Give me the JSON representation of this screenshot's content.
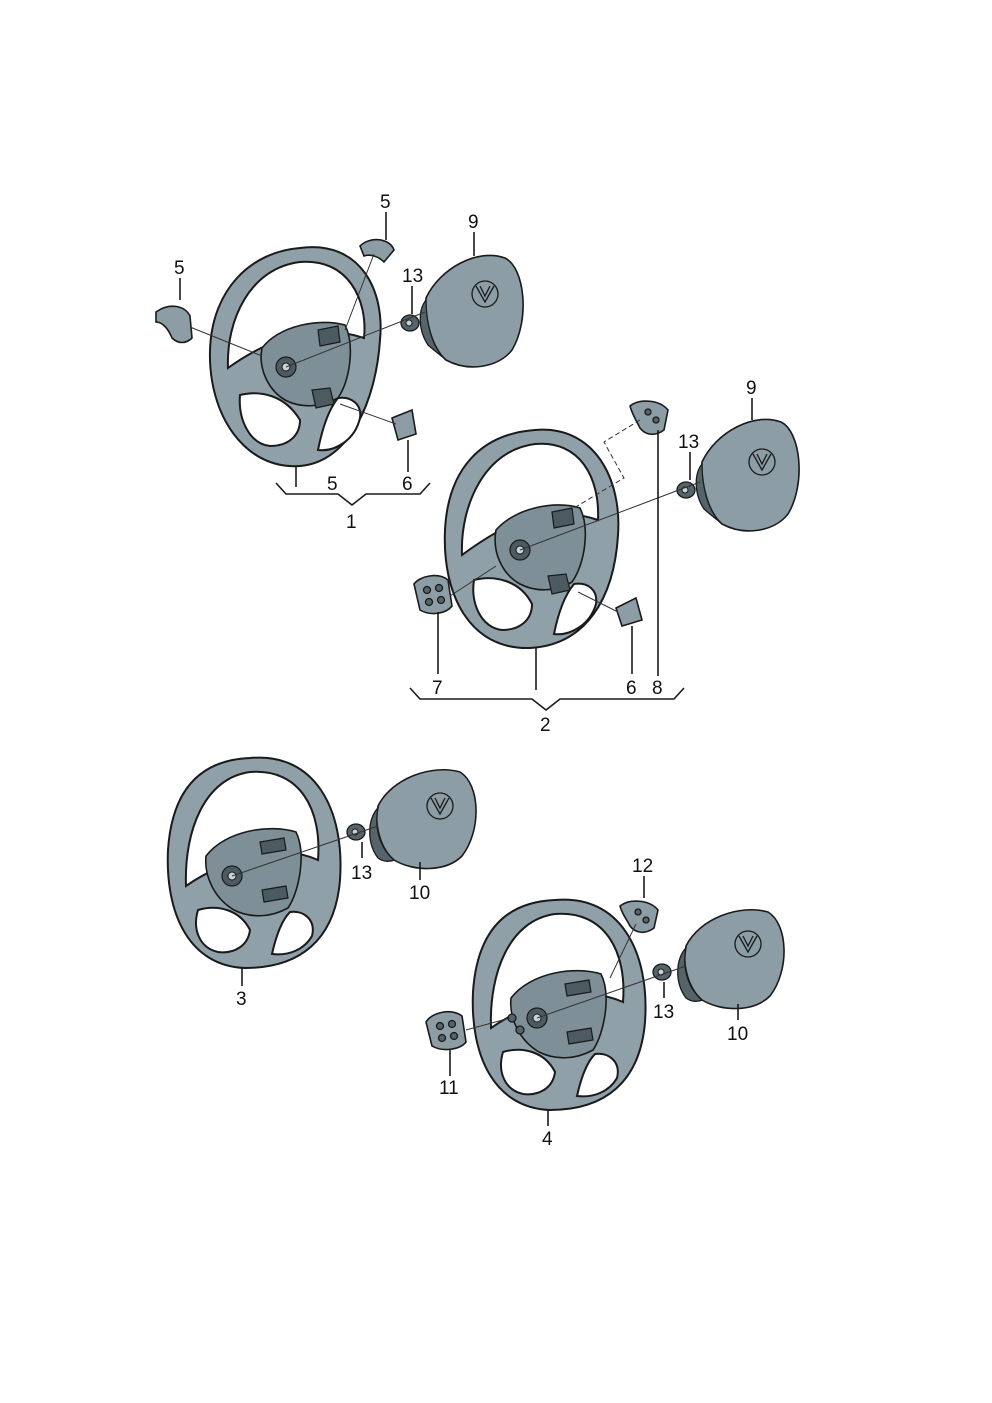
{
  "labels": {
    "l1": "1",
    "l2": "2",
    "l3": "3",
    "l4": "4",
    "l5a": "5",
    "l5b": "5",
    "l5c": "5",
    "l6a": "6",
    "l6b": "6",
    "l7": "7",
    "l8": "8",
    "l9a": "9",
    "l9b": "9",
    "l10a": "10",
    "l10b": "10",
    "l11": "11",
    "l12": "12",
    "l13a": "13",
    "l13b": "13",
    "l13c": "13",
    "l13d": "13"
  },
  "colors": {
    "part_fill": "#8fa0a9",
    "line": "#1a1a1a",
    "background": "#ffffff"
  }
}
